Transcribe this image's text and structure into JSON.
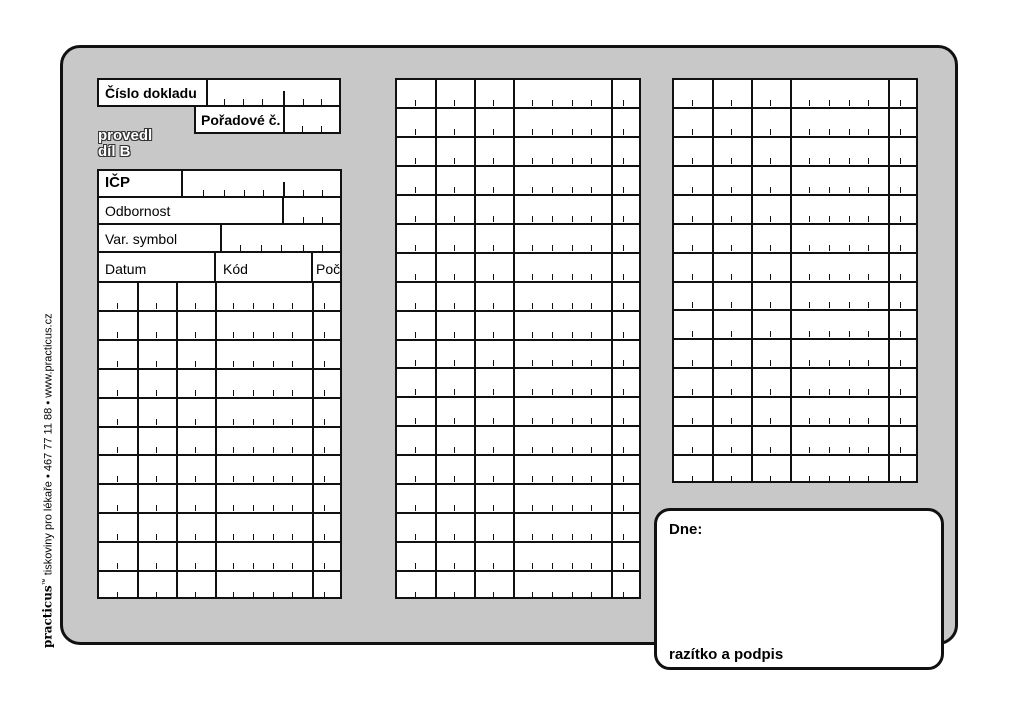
{
  "labels": {
    "doc_number": "Číslo dokladu",
    "order_number": "Pořadové č.",
    "performed_line1": "provedl",
    "performed_line2": "díl B",
    "icp": "IČP",
    "specialty": "Odbornost",
    "var_symbol": "Var. symbol",
    "date_col": "Datum",
    "code_col": "Kód",
    "count_col": "Poč",
    "date_label": "Dne:",
    "stamp_signature": "razítko a podpis"
  },
  "footer": {
    "brand": "practicus",
    "trademark": "™",
    "tagline": " tiskoviny pro lékaře • 467 77 11 88 • www.practicus.cz"
  },
  "grids": {
    "left_rows": 11,
    "middle_rows": 18,
    "right_rows": 14
  }
}
